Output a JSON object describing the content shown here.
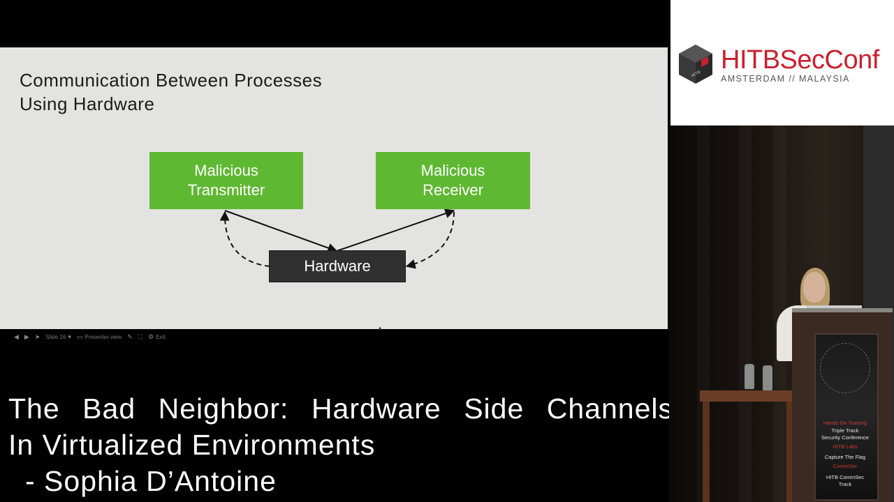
{
  "slide": {
    "title_line1": "Communication Between Processes",
    "title_line2": "Using Hardware",
    "box_transmitter": [
      "Malicious",
      "Transmitter"
    ],
    "box_receiver": [
      "Malicious",
      "Receiver"
    ],
    "box_hardware": "Hardware",
    "colors": {
      "green": "#5fb832",
      "dark": "#2f302f",
      "background": "#e3e4e2"
    }
  },
  "toolbar": {
    "slide_label": "Slide 16",
    "presenter_view": "Presenter view",
    "exit": "Exit"
  },
  "caption": {
    "line1_words": [
      "The",
      "Bad",
      "Neighbor:",
      "Hardware",
      "Side",
      "Channels"
    ],
    "line2": "In Virtualized Environments",
    "line3": "- Sophia D’Antoine"
  },
  "logo": {
    "name": "HITBSecConf",
    "cube_label": "HITB",
    "subtitle": "AMSTERDAM // MALAYSIA",
    "brand_color": "#c8202f"
  },
  "podium_poster": {
    "lines": [
      "Hands On Training",
      "Triple Track",
      "Security Conference",
      "HITB Labs",
      "Capture The Flag",
      "CommSec",
      "HITB CommSec",
      "Track"
    ]
  }
}
